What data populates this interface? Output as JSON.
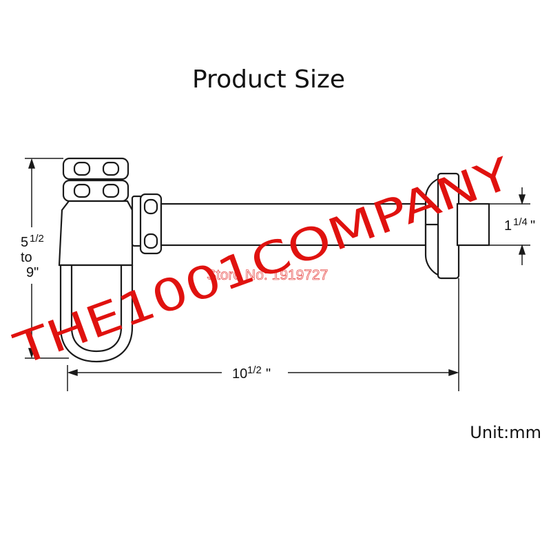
{
  "page": {
    "title": "Product Size",
    "unit_label": "Unit:mm"
  },
  "dimensions": {
    "height": {
      "whole": "5",
      "fraction": "1/2",
      "connector": "to",
      "max": "9\""
    },
    "length": {
      "whole": "10",
      "fraction": "1/2",
      "suffix": "\""
    },
    "pipe_diameter": {
      "whole": "1",
      "fraction": "1/4",
      "suffix": "\""
    }
  },
  "watermark": {
    "company": "THE1001COMPANY",
    "store": "Store No: 1919727",
    "color": "#e0120f"
  },
  "colors": {
    "line": "#1a1a1a",
    "background": "#ffffff"
  }
}
